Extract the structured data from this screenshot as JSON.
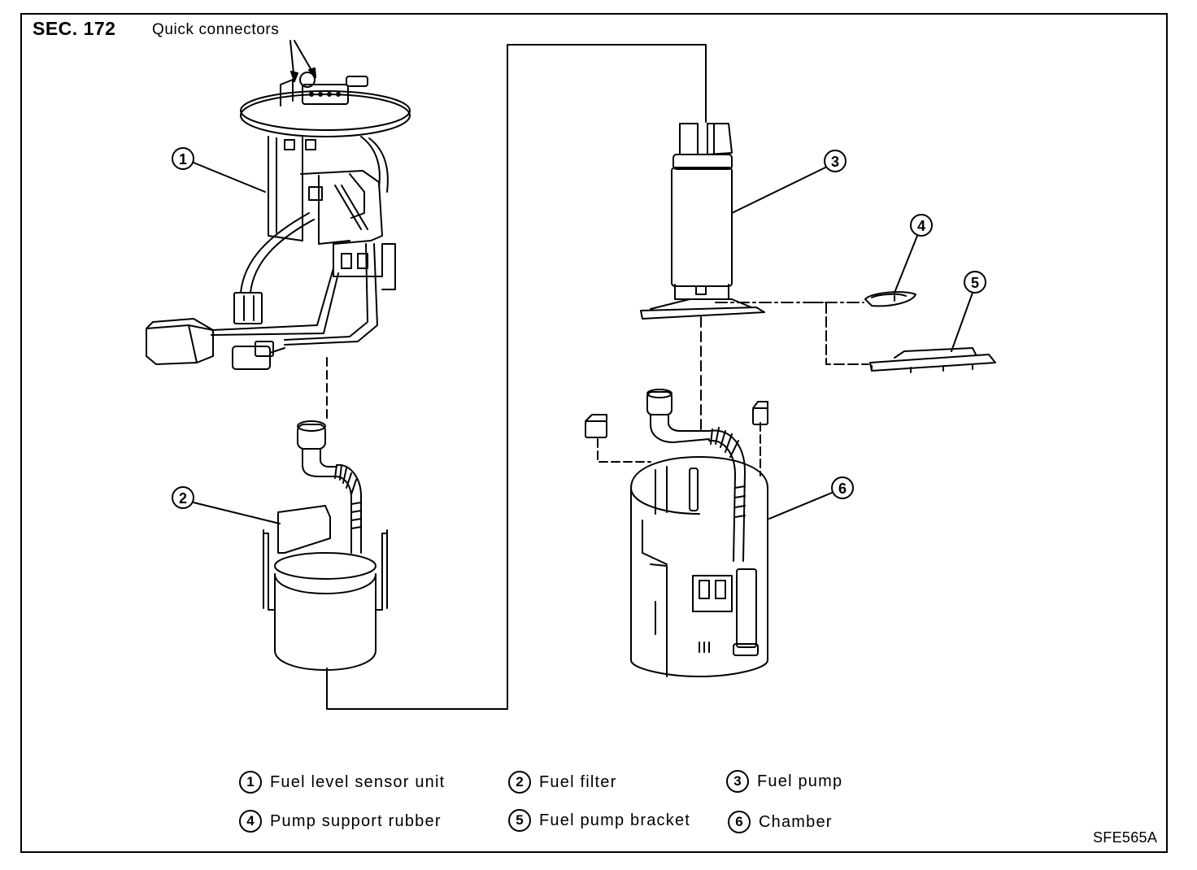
{
  "header": {
    "section": "SEC. 172",
    "callout_label": "Quick connectors"
  },
  "callouts": [
    "1",
    "2",
    "3",
    "4",
    "5",
    "6"
  ],
  "legend": [
    {
      "num": "1",
      "label": "Fuel level sensor unit"
    },
    {
      "num": "2",
      "label": "Fuel filter"
    },
    {
      "num": "3",
      "label": "Fuel pump"
    },
    {
      "num": "4",
      "label": "Pump support rubber"
    },
    {
      "num": "5",
      "label": "Fuel pump bracket"
    },
    {
      "num": "6",
      "label": "Chamber"
    }
  ],
  "figure_code": "SFE565A"
}
